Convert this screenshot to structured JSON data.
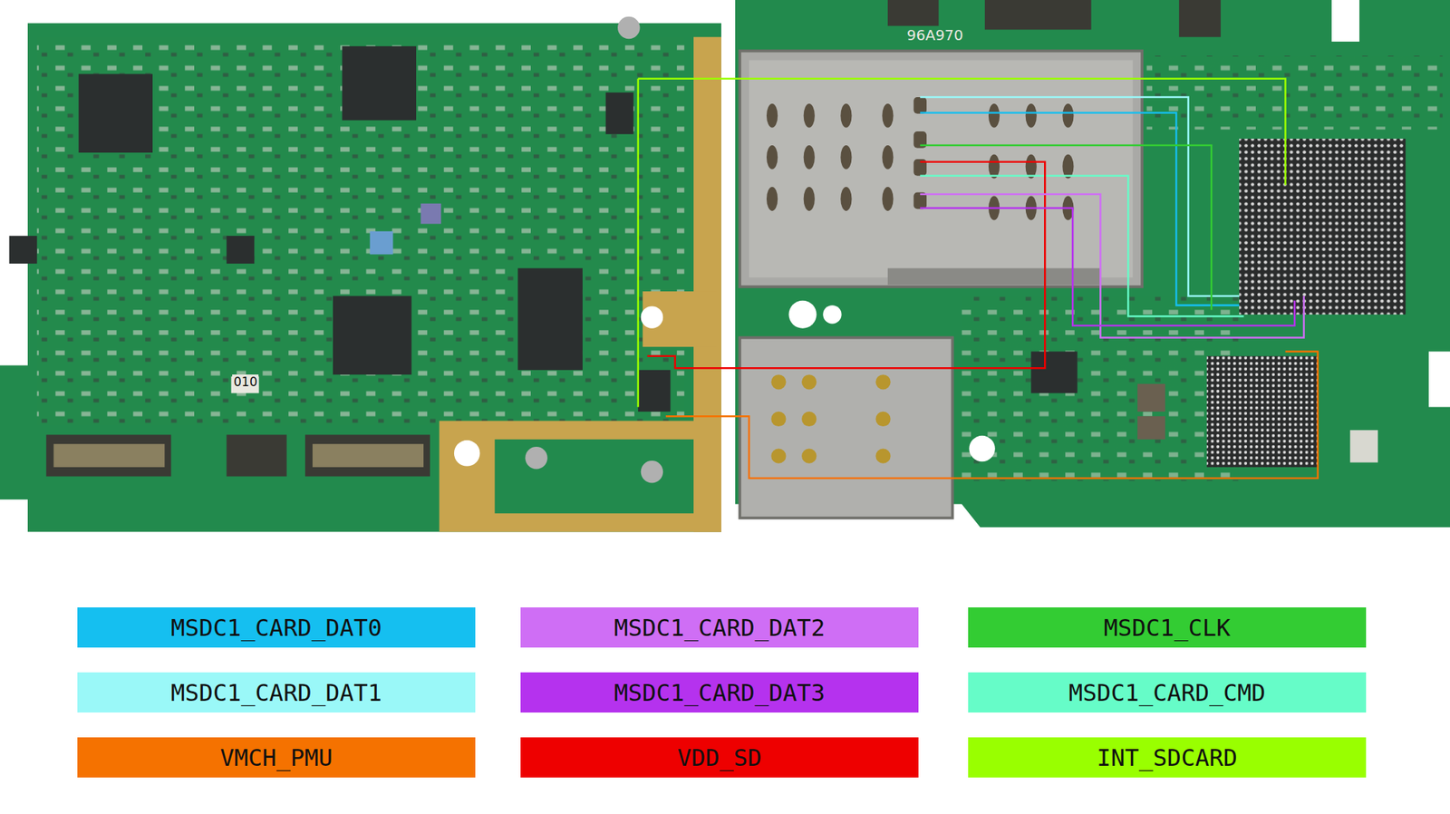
{
  "diagram": {
    "labels": [
      "96A970",
      "010"
    ],
    "legend": [
      {
        "text": "MSDC1_CARD_DAT0",
        "color": "#15bff0"
      },
      {
        "text": "MSDC1_CARD_DAT2",
        "color": "#cf6ef5"
      },
      {
        "text": "MSDC1_CLK",
        "color": "#33cc33"
      },
      {
        "text": "MSDC1_CARD_DAT1",
        "color": "#9af8f8"
      },
      {
        "text": "MSDC1_CARD_DAT3",
        "color": "#b532ee"
      },
      {
        "text": "MSDC1_CARD_CMD",
        "color": "#66fcc8"
      },
      {
        "text": "VMCH_PMU",
        "color": "#f57200"
      },
      {
        "text": "VDD_SD",
        "color": "#ee0000"
      },
      {
        "text": "INT_SDCARD",
        "color": "#99ff00"
      }
    ]
  }
}
